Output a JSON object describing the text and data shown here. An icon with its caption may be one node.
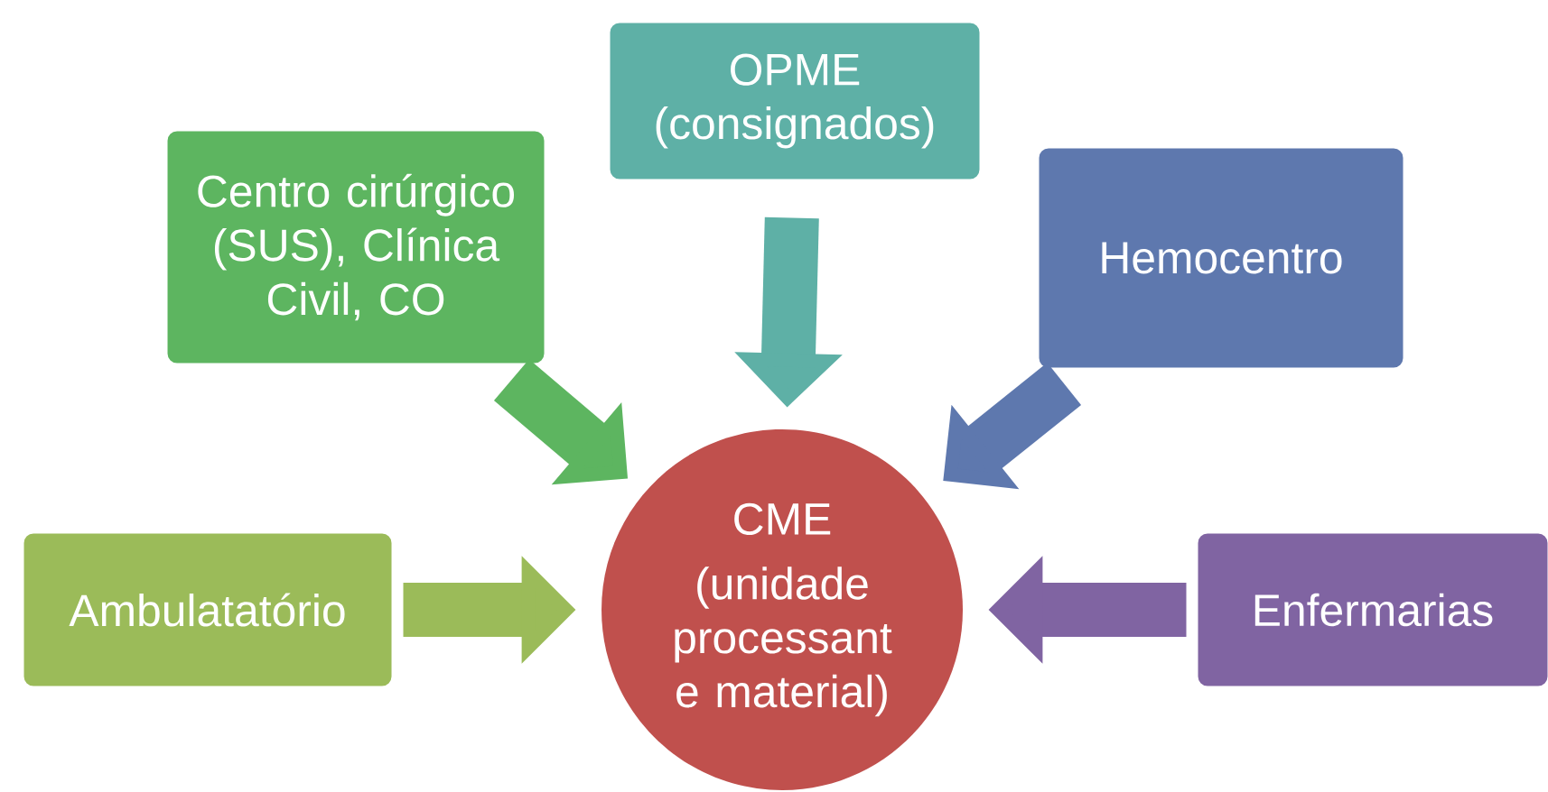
{
  "diagram": {
    "nodes": [
      {
        "text": [
          "Centro cirúrgico (SUS), Clínica Civil, CO"
        ]
      },
      {
        "text": [
          "OPME (consignados)"
        ]
      },
      {
        "text": [
          "Hemocentro"
        ]
      },
      {
        "text": [
          "CME",
          "(unidade processant e material)"
        ]
      },
      {
        "text": [
          "Ambulatatório"
        ]
      },
      {
        "text": [
          "Enfermarias"
        ]
      }
    ],
    "edges": [
      {
        "from": 0,
        "to": 3,
        "arrow": "to",
        "color": "#5db560"
      },
      {
        "from": 1,
        "to": 3,
        "arrow": "to",
        "color": "#5eb0a6"
      },
      {
        "from": 2,
        "to": 3,
        "arrow": "to",
        "color": "#5e78ae"
      },
      {
        "from": 4,
        "to": 3,
        "arrow": "to",
        "color": "#9bbb59"
      },
      {
        "from": 5,
        "to": 3,
        "arrow": "to",
        "color": "#8064a2"
      }
    ]
  }
}
